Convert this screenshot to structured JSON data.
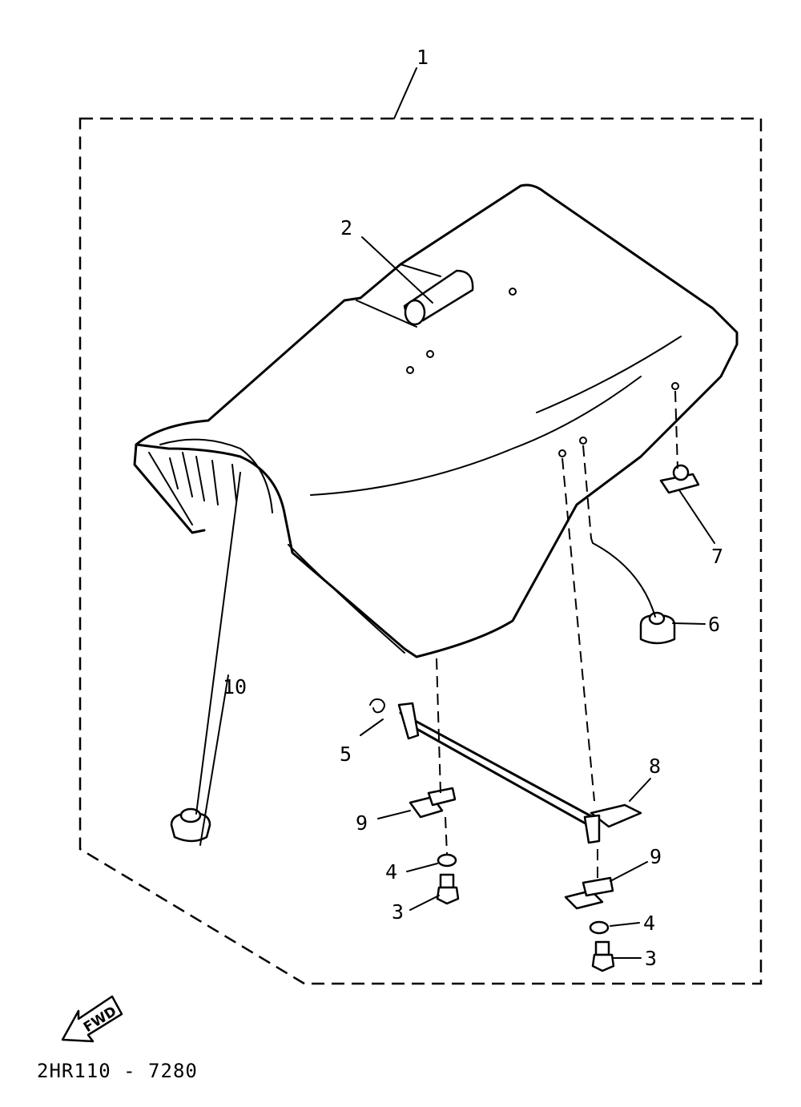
{
  "callouts": {
    "c1": "1",
    "c2": "2",
    "c3a": "3",
    "c3b": "3",
    "c4a": "4",
    "c4b": "4",
    "c5": "5",
    "c6": "6",
    "c7": "7",
    "c8": "8",
    "c9a": "9",
    "c9b": "9",
    "c10": "10"
  },
  "fwd_label": "FWD",
  "diagram_code": "2HR110 - 7280"
}
